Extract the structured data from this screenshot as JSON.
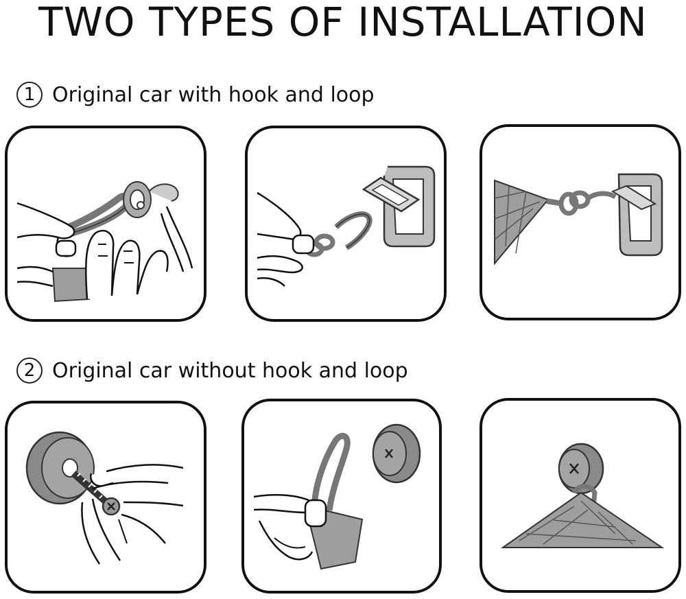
{
  "title": "TWO TYPES OF INSTALLATION",
  "sections": [
    {
      "number": "1",
      "label": "Original car with hook and loop",
      "steps": [
        {
          "illustration": "hand-threading-loop-through-hook-icon"
        },
        {
          "illustration": "carabiner-and-d-ring-icon"
        },
        {
          "illustration": "shade-linked-to-d-ring-icon"
        }
      ]
    },
    {
      "number": "2",
      "label": "Original car without hook and loop",
      "steps": [
        {
          "illustration": "screwing-fixing-button-icon"
        },
        {
          "illustration": "loop-and-fixing-button-icon"
        },
        {
          "illustration": "shade-looped-on-button-icon"
        }
      ]
    }
  ],
  "colors": {
    "outline": "#111111",
    "fill_gray": "#9e9e9e",
    "dark_gray": "#7a7a7a",
    "background": "#ffffff"
  }
}
